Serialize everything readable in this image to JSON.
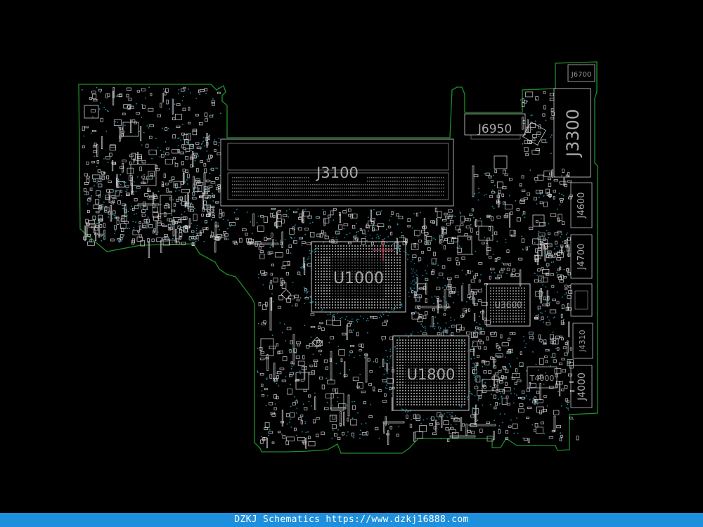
{
  "labels": {
    "j3100": "J3100",
    "j6950": "J6950",
    "j3300": "J3300",
    "j6700": "J6700",
    "u1000": "U1000",
    "u1800": "U1800",
    "u3600": "U3600",
    "j4600": "J4600",
    "j4700": "J4700",
    "j4310": "J4310",
    "j4000": "J4000",
    "t4000": "T4000"
  },
  "footer": {
    "text": "DZKJ Schematics https://www.dzkj16888.com"
  },
  "colors": {
    "background": "#000000",
    "outline": "#1f8f2a",
    "component": "#cfcfcf",
    "via": "#1e8fa8",
    "footer_bg": "#1e8fdc",
    "marker": "#e0405a"
  }
}
